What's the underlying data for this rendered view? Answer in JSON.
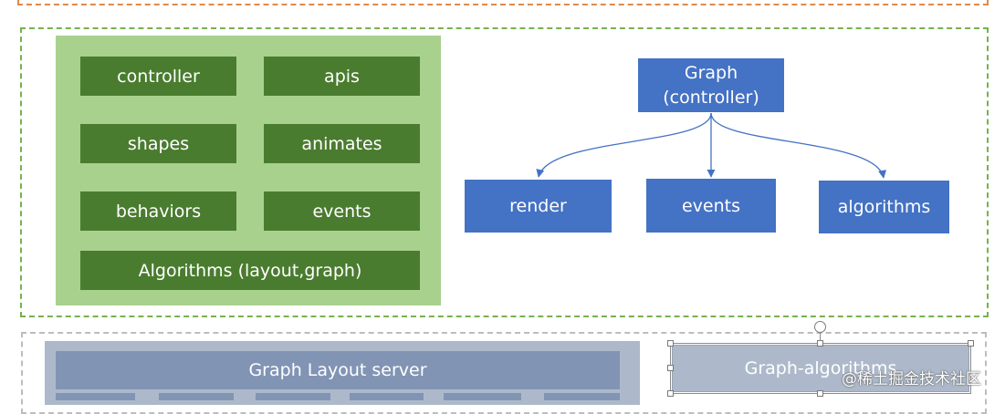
{
  "core": {
    "modules": [
      "controller",
      "apis",
      "shapes",
      "animates",
      "behaviors",
      "events"
    ],
    "algorithms_label": "Algorithms  (layout,graph)"
  },
  "tree": {
    "root_line1": "Graph",
    "root_line2": "(controller)",
    "children": [
      "render",
      "events",
      "algorithms"
    ]
  },
  "bottom": {
    "layout_server": "Graph Layout server",
    "graph_algorithms": "Graph-algorithms"
  },
  "watermark": "@稀土掘金技术社区",
  "colors": {
    "orange_border": "#e0894a",
    "green_border": "#77b14f",
    "panel_green": "#a9d18e",
    "module_green": "#4a7c2f",
    "blue_box": "#4472c4",
    "gray_border": "#bdbdbd",
    "slate": "#8194b4"
  }
}
